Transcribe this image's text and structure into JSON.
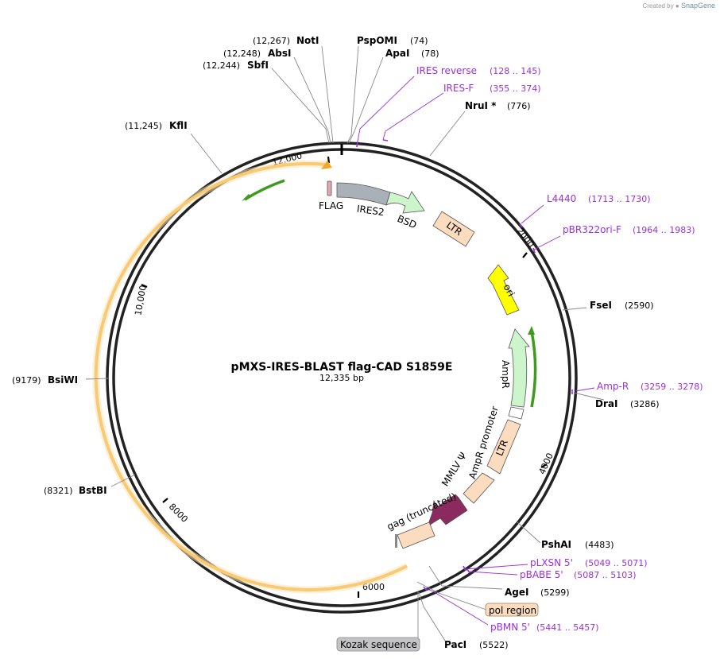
{
  "credit": {
    "prefix": "Created by",
    "brand": "SnapGene"
  },
  "plasmid": {
    "name": "pMXS-IRES-BLAST flag-CAD S1859E",
    "length_label": "12,335 bp"
  },
  "enzymes": [
    {
      "name": "NotI",
      "pos": "(12,267)"
    },
    {
      "name": "AbsI",
      "pos": "(12,248)"
    },
    {
      "name": "SbfI",
      "pos": "(12,244)"
    },
    {
      "name": "PspOMI",
      "pos": "(74)"
    },
    {
      "name": "ApaI",
      "pos": "(78)"
    },
    {
      "name": "NruI *",
      "pos": "(776)"
    },
    {
      "name": "KflI",
      "pos": "(11,245)"
    },
    {
      "name": "FseI",
      "pos": "(2590)"
    },
    {
      "name": "BsiWI",
      "pos": "(9179)"
    },
    {
      "name": "DraI",
      "pos": "(3286)"
    },
    {
      "name": "BstBI",
      "pos": "(8321)"
    },
    {
      "name": "PshAI",
      "pos": "(4483)"
    },
    {
      "name": "AgeI",
      "pos": "(5299)"
    },
    {
      "name": "PacI",
      "pos": "(5522)"
    }
  ],
  "primers": [
    {
      "name": "IRES reverse",
      "range": "(128 .. 145)"
    },
    {
      "name": "IRES-F",
      "range": "(355 .. 374)"
    },
    {
      "name": "L4440",
      "range": "(1713 .. 1730)"
    },
    {
      "name": "pBR322ori-F",
      "range": "(1964 .. 1983)"
    },
    {
      "name": "Amp-R",
      "range": "(3259 .. 3278)"
    },
    {
      "name": "pLXSN 5'",
      "range": "(5049 .. 5071)"
    },
    {
      "name": "pBABE 5'",
      "range": "(5087 .. 5103)"
    },
    {
      "name": "pBMN 5'",
      "range": "(5441 .. 5457)"
    }
  ],
  "features": [
    "FLAG",
    "IRES2",
    "BSD",
    "LTR",
    "ori",
    "AmpR",
    "AmpR promoter",
    "LTR",
    "MMLV Ψ",
    "gag (truncated)"
  ],
  "boxed_features": [
    "pol region",
    "Kozak sequence"
  ],
  "ticks": [
    "12,000",
    "2000",
    "4000",
    "6000",
    "8000",
    "10,000"
  ],
  "colors": {
    "primer": "#9b30d9",
    "cds_yellow": "#ffff00",
    "cds_green": "#ccf5cc",
    "ltr": "#fbdcbf",
    "gag": "#8b2a5e",
    "orange_arc": "#f5a623",
    "green_arc": "#3d9b1d"
  }
}
